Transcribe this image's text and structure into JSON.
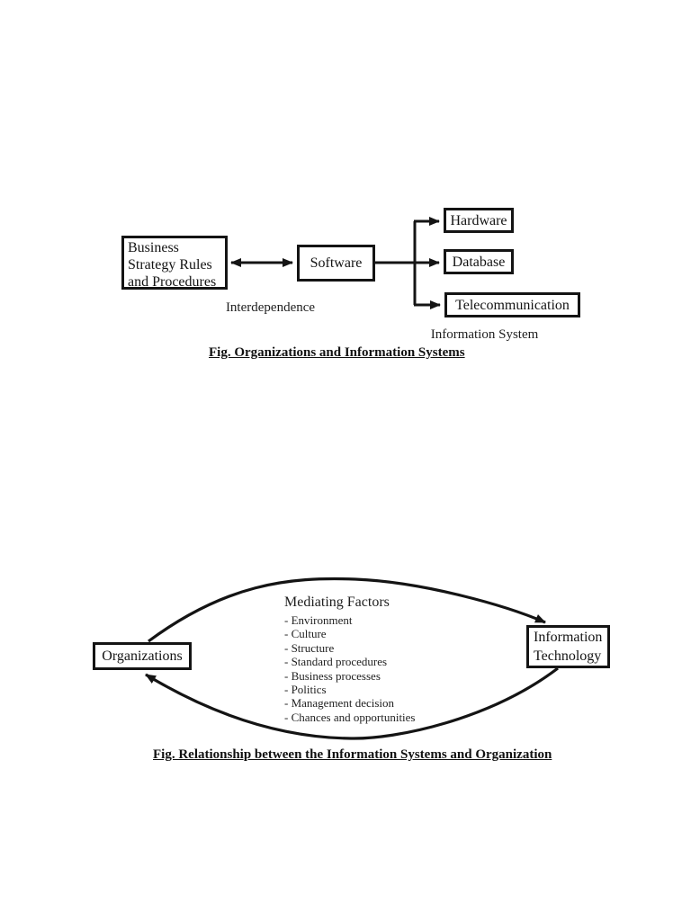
{
  "colors": {
    "ink": "#141414",
    "page_background": "#ffffff"
  },
  "figure1": {
    "business_box": {
      "line1": "Business",
      "line2": "Strategy Rules",
      "line3": "and Procedures"
    },
    "software_label": "Software",
    "hardware_label": "Hardware",
    "database_label": "Database",
    "telecommunication_label": "Telecommunication",
    "interdependence_label": "Interdependence",
    "information_system_label": "Information System",
    "caption": "Fig. Organizations and Information Systems"
  },
  "figure2": {
    "organizations_label": "Organizations",
    "information_technology_box": {
      "line1": "Information",
      "line2": "Technology"
    },
    "mediating_factors": {
      "title": "Mediating Factors",
      "items": [
        "- Environment",
        "- Culture",
        "- Structure",
        "- Standard procedures",
        "- Business processes",
        "- Politics",
        "- Management decision",
        "- Chances and opportunities"
      ]
    },
    "caption": "Fig. Relationship between the Information Systems and Organization"
  }
}
